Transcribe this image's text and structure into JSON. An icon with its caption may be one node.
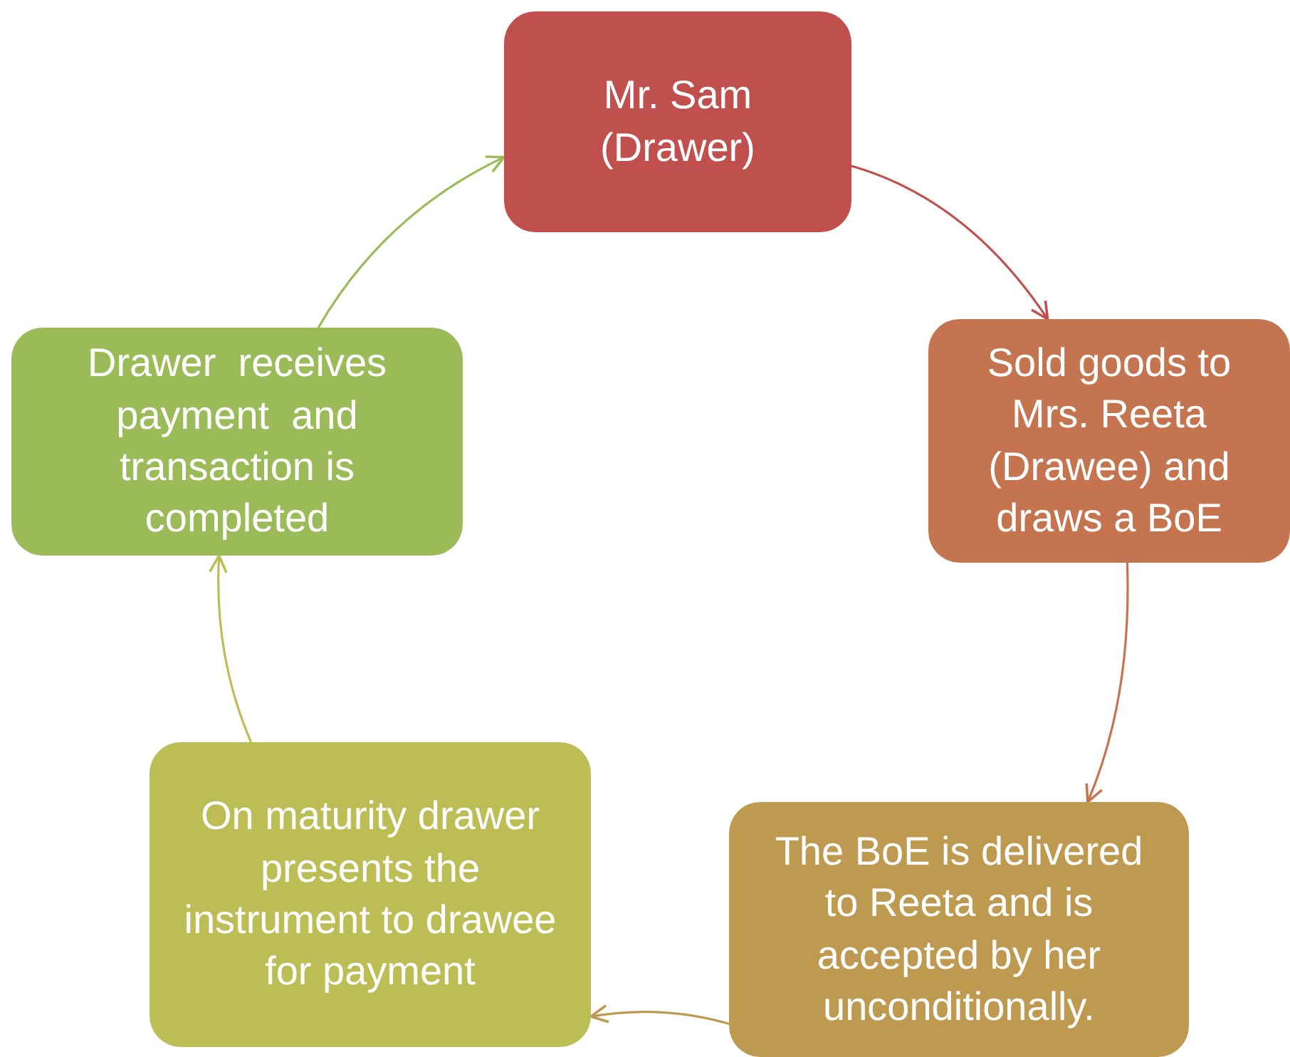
{
  "diagram": {
    "nodes": [
      {
        "text": [
          "Mr. Sam (Drawer)"
        ]
      },
      {
        "text": [
          "Sold goods to Mrs. Reeta (Drawee) and draws a BoE"
        ]
      },
      {
        "text": [
          "The BoE is delivered to Reeta and is accepted by her unconditionally."
        ]
      },
      {
        "text": [
          "On maturity drawer presents the instrument to drawee for payment"
        ]
      },
      {
        "text": [
          "Drawer  receives payment  and transaction is completed"
        ]
      }
    ],
    "edges": [
      {
        "from": 0,
        "to": 1,
        "arrow": "to",
        "color": "#c0504d"
      },
      {
        "from": 1,
        "to": 2,
        "arrow": "to",
        "color": "#c4754f"
      },
      {
        "from": 2,
        "to": 3,
        "arrow": "to",
        "color": "#bd9a4f"
      },
      {
        "from": 3,
        "to": 4,
        "arrow": "to",
        "color": "#bdbd55"
      },
      {
        "from": 4,
        "to": 0,
        "arrow": "to",
        "color": "#9bbb59"
      }
    ]
  }
}
